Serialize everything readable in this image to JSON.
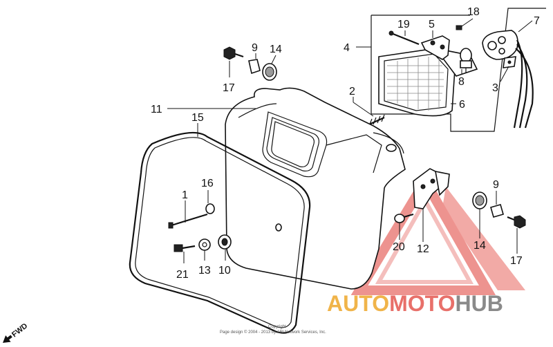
{
  "callouts": {
    "c1": "1",
    "c2": "2",
    "c3": "3",
    "c4": "4",
    "c5": "5",
    "c6": "6",
    "c7": "7",
    "c8": "8",
    "c9a": "9",
    "c9b": "9",
    "c10": "10",
    "c11": "11",
    "c12": "12",
    "c13": "13",
    "c14a": "14",
    "c14b": "14",
    "c15": "15",
    "c16": "16",
    "c17a": "17",
    "c17b": "17",
    "c18": "18",
    "c19": "19",
    "c20": "20",
    "c21": "21"
  },
  "direction": "FWD",
  "watermark": {
    "part1": "AUTO",
    "part2": "MOTO",
    "part3": "HUB",
    "color1": "#f0b44a",
    "color2": "#e8706a",
    "color3": "#8a8a8a"
  },
  "footer": {
    "line1": "Copyright",
    "line2": "Page design © 2004 - 2013 by ARI Network Services, Inc."
  }
}
